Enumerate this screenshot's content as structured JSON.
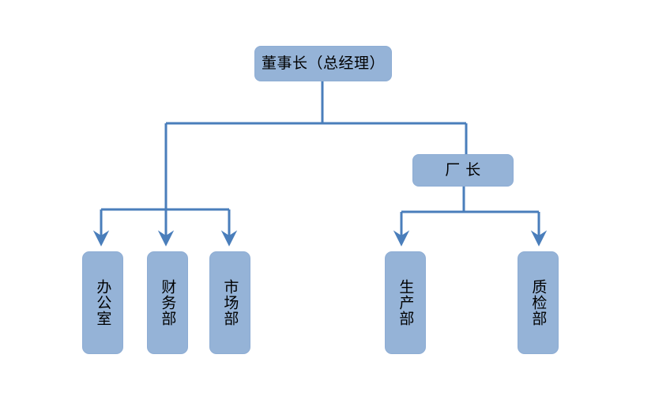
{
  "diagram": {
    "type": "organization-chart",
    "background_color": "#ffffff",
    "node_fill_color": "#95b3d7",
    "node_border_color": "#8eadd4",
    "connector_color": "#4a7ebb",
    "text_color": "#000000"
  },
  "nodes": {
    "chairman": {
      "label": "董事长（总经理）",
      "orientation": "horizontal",
      "level": 1
    },
    "plant_manager": {
      "label": "厂 长",
      "orientation": "horizontal",
      "level": 2
    },
    "office": {
      "label": "办公室",
      "orientation": "vertical",
      "level": 3
    },
    "finance": {
      "label": "财务部",
      "orientation": "vertical",
      "level": 3
    },
    "market": {
      "label": "市场部",
      "orientation": "vertical",
      "level": 3
    },
    "production": {
      "label": "生产部",
      "orientation": "vertical",
      "level": 3
    },
    "quality": {
      "label": "质检部",
      "orientation": "vertical",
      "level": 3
    }
  },
  "edges": [
    {
      "from": "chairman",
      "to": "office",
      "arrow": true
    },
    {
      "from": "chairman",
      "to": "finance",
      "arrow": true
    },
    {
      "from": "chairman",
      "to": "market",
      "arrow": true
    },
    {
      "from": "chairman",
      "to": "plant_manager",
      "arrow": false
    },
    {
      "from": "plant_manager",
      "to": "production",
      "arrow": true
    },
    {
      "from": "plant_manager",
      "to": "quality",
      "arrow": true
    }
  ]
}
